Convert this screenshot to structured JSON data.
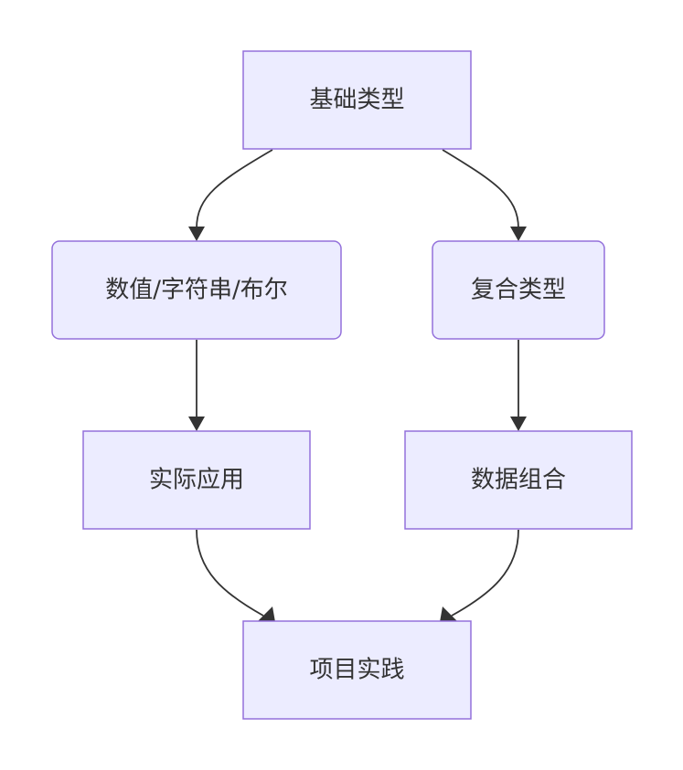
{
  "diagram": {
    "type": "flowchart",
    "direction": "top-down",
    "colors": {
      "node_fill": "#ECECFF",
      "node_border": "#9370DB",
      "text": "#333333",
      "edge": "#333333"
    },
    "nodes": {
      "basic_types": {
        "label": "基础类型",
        "shape": "rect"
      },
      "primitives": {
        "label": "数值/字符串/布尔",
        "shape": "rounded"
      },
      "compound_types": {
        "label": "复合类型",
        "shape": "rounded"
      },
      "practical_use": {
        "label": "实际应用",
        "shape": "rect"
      },
      "data_composition": {
        "label": "数据组合",
        "shape": "rect"
      },
      "project_practice": {
        "label": "项目实践",
        "shape": "rect"
      }
    },
    "edges": [
      {
        "from": "basic_types",
        "to": "primitives"
      },
      {
        "from": "basic_types",
        "to": "compound_types"
      },
      {
        "from": "primitives",
        "to": "practical_use"
      },
      {
        "from": "compound_types",
        "to": "data_composition"
      },
      {
        "from": "practical_use",
        "to": "project_practice"
      },
      {
        "from": "data_composition",
        "to": "project_practice"
      }
    ]
  }
}
